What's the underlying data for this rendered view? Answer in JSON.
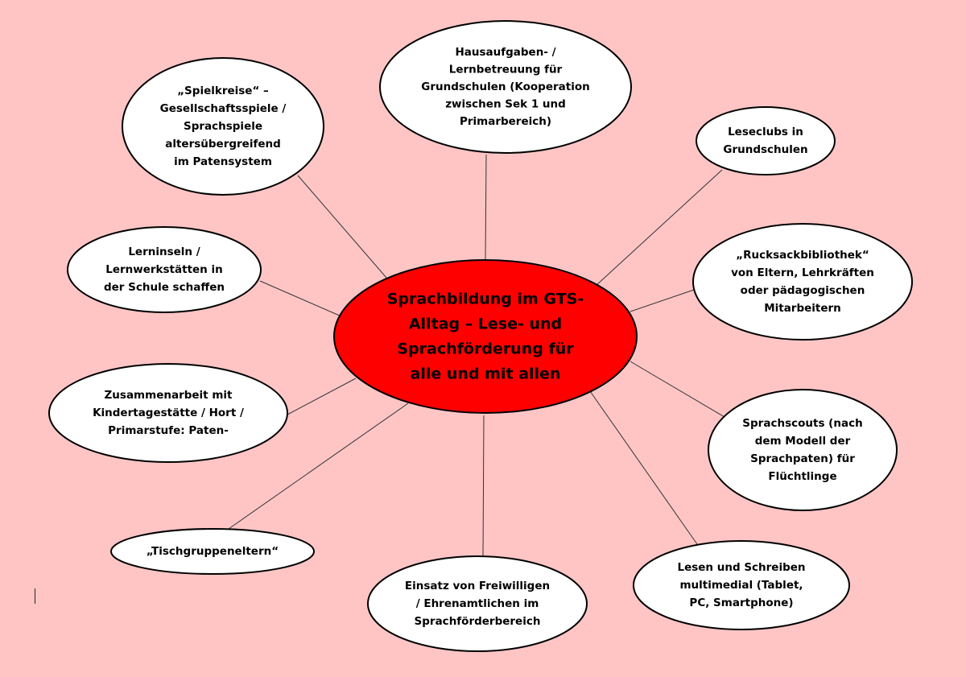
{
  "colors": {
    "background": "#ffc5c5",
    "center_fill": "#ff0000",
    "node_fill": "#ffffff",
    "border": "#000000",
    "connector": "#333333"
  },
  "center": {
    "lines": [
      "Sprachbildung im GTS-",
      "Alltag  –  Lese- und",
      "Sprachförderung für",
      "alle und mit allen"
    ]
  },
  "nodes": [
    {
      "id": "hausaufgaben",
      "lines": [
        "Hausaufgaben- /",
        "Lernbetreuung für",
        "Grundschulen (Kooperation",
        "zwischen Sek 1 und",
        "Primarbereich)"
      ]
    },
    {
      "id": "spielkreise",
      "lines": [
        "„Spielkreise“ –",
        "Gesellschaftsspiele /",
        "Sprachspiele",
        "altersübergreifend",
        "im Patensystem"
      ]
    },
    {
      "id": "leseclubs",
      "lines": [
        "Leseclubs in",
        "Grundschulen"
      ]
    },
    {
      "id": "lerninseln",
      "lines": [
        "Lerninseln /",
        "Lernwerkstätten in",
        "der Schule schaffen"
      ]
    },
    {
      "id": "rucksackbibliothek",
      "lines": [
        "„Rucksackbibliothek“",
        "von Eltern, Lehrkräften",
        "oder pädagogischen",
        "Mitarbeitern"
      ]
    },
    {
      "id": "zusammenarbeit",
      "lines": [
        "Zusammenarbeit mit",
        "Kindertagestätte / Hort /",
        "Primarstufe: Paten-"
      ]
    },
    {
      "id": "sprachscouts",
      "lines": [
        "Sprachscouts (nach",
        "dem Modell der",
        "Sprachpaten) für",
        "Flüchtlinge"
      ]
    },
    {
      "id": "tischgruppeneltern",
      "lines": [
        "„Tischgruppeneltern“"
      ]
    },
    {
      "id": "lesen-schreiben",
      "lines": [
        "Lesen und Schreiben",
        "multimedial (Tablet,",
        "PC, Smartphone)"
      ]
    },
    {
      "id": "einsatz-freiwillige",
      "lines": [
        "Einsatz von Freiwilligen",
        "/ Ehrenamtlichen im",
        "Sprachförderbereich"
      ]
    }
  ]
}
